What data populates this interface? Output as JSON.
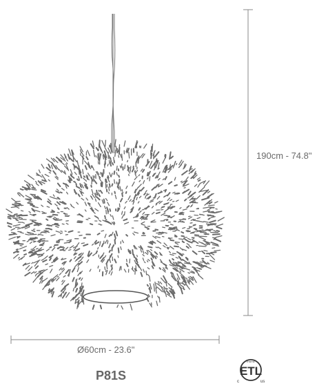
{
  "product": {
    "model": "P81S"
  },
  "dimensions": {
    "height": "190cm - 74.8\"",
    "width": "Ø60cm - 23.6\""
  },
  "certification": {
    "mark": "ETL",
    "left_letter": "c",
    "right_letter": "us",
    "listed_text": "INTERTEK"
  },
  "colors": {
    "line": "#777777",
    "shade_marks": "#6b6b6b"
  }
}
